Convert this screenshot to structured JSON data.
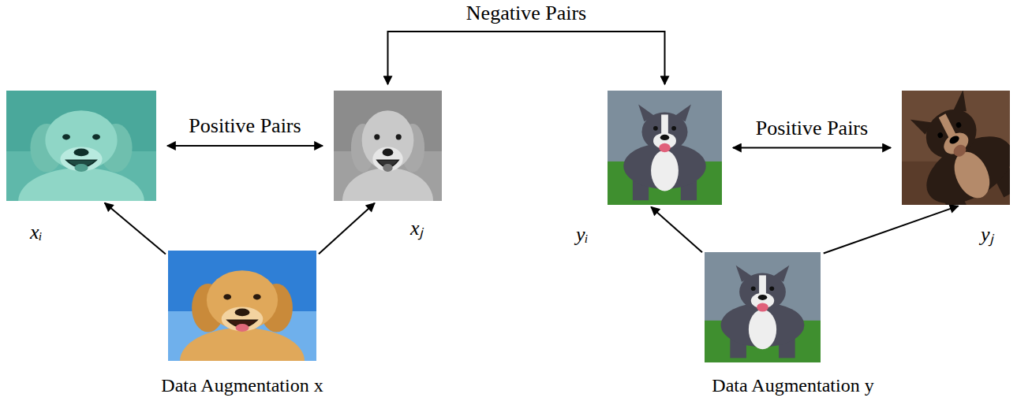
{
  "diagram": {
    "nodes": [
      {
        "text": [
          "xᵢ"
        ]
      },
      {
        "text": [
          "xⱼ"
        ]
      },
      {
        "text": [
          "yᵢ"
        ]
      },
      {
        "text": [
          "yⱼ"
        ]
      },
      {
        "text": [
          "Data Augmentation x"
        ]
      },
      {
        "text": [
          "Data Augmentation y"
        ]
      }
    ],
    "edges": [
      {
        "from": 4,
        "to": 0,
        "arrow": "to"
      },
      {
        "from": 4,
        "to": 1,
        "arrow": "to"
      },
      {
        "from": 0,
        "to": 1,
        "label": "Positive Pairs",
        "arrow": "both"
      },
      {
        "from": 1,
        "to": 2,
        "label": "Negative Pairs",
        "arrow": "both"
      },
      {
        "from": 2,
        "to": 3,
        "label": "Positive Pairs",
        "arrow": "both"
      },
      {
        "from": 5,
        "to": 2,
        "arrow": "to"
      },
      {
        "from": 5,
        "to": 3,
        "arrow": "to"
      }
    ]
  }
}
